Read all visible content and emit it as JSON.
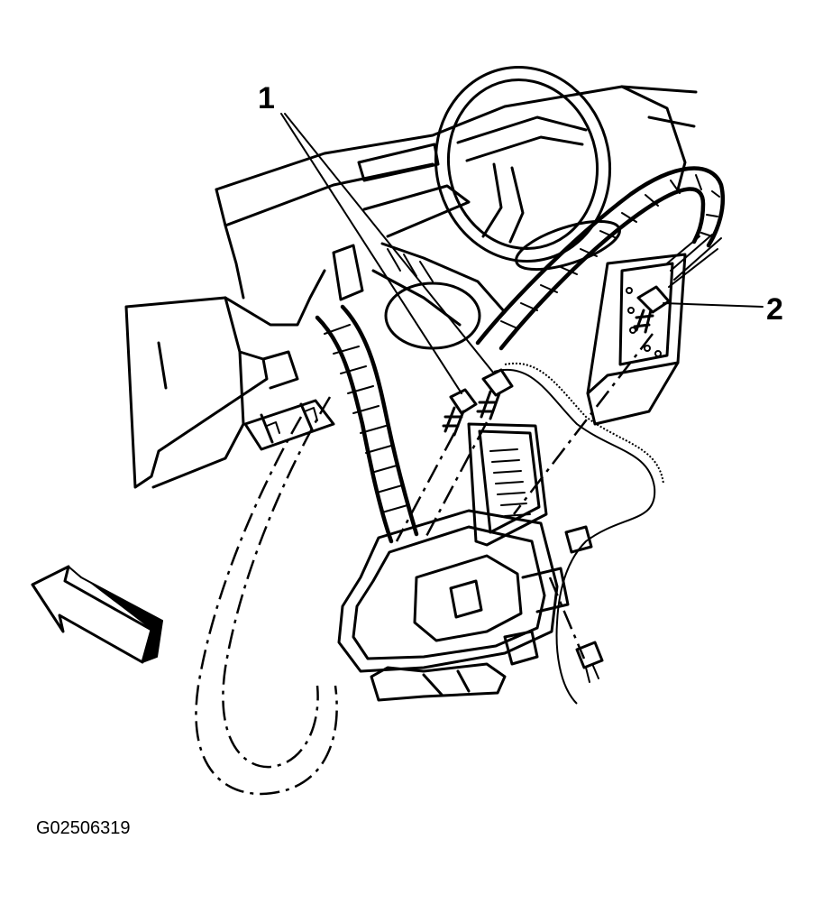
{
  "callouts": {
    "one": "1",
    "two": "2"
  },
  "figure_id": "G02506319",
  "colors": {
    "ink": "#000000",
    "background": "#ffffff"
  }
}
